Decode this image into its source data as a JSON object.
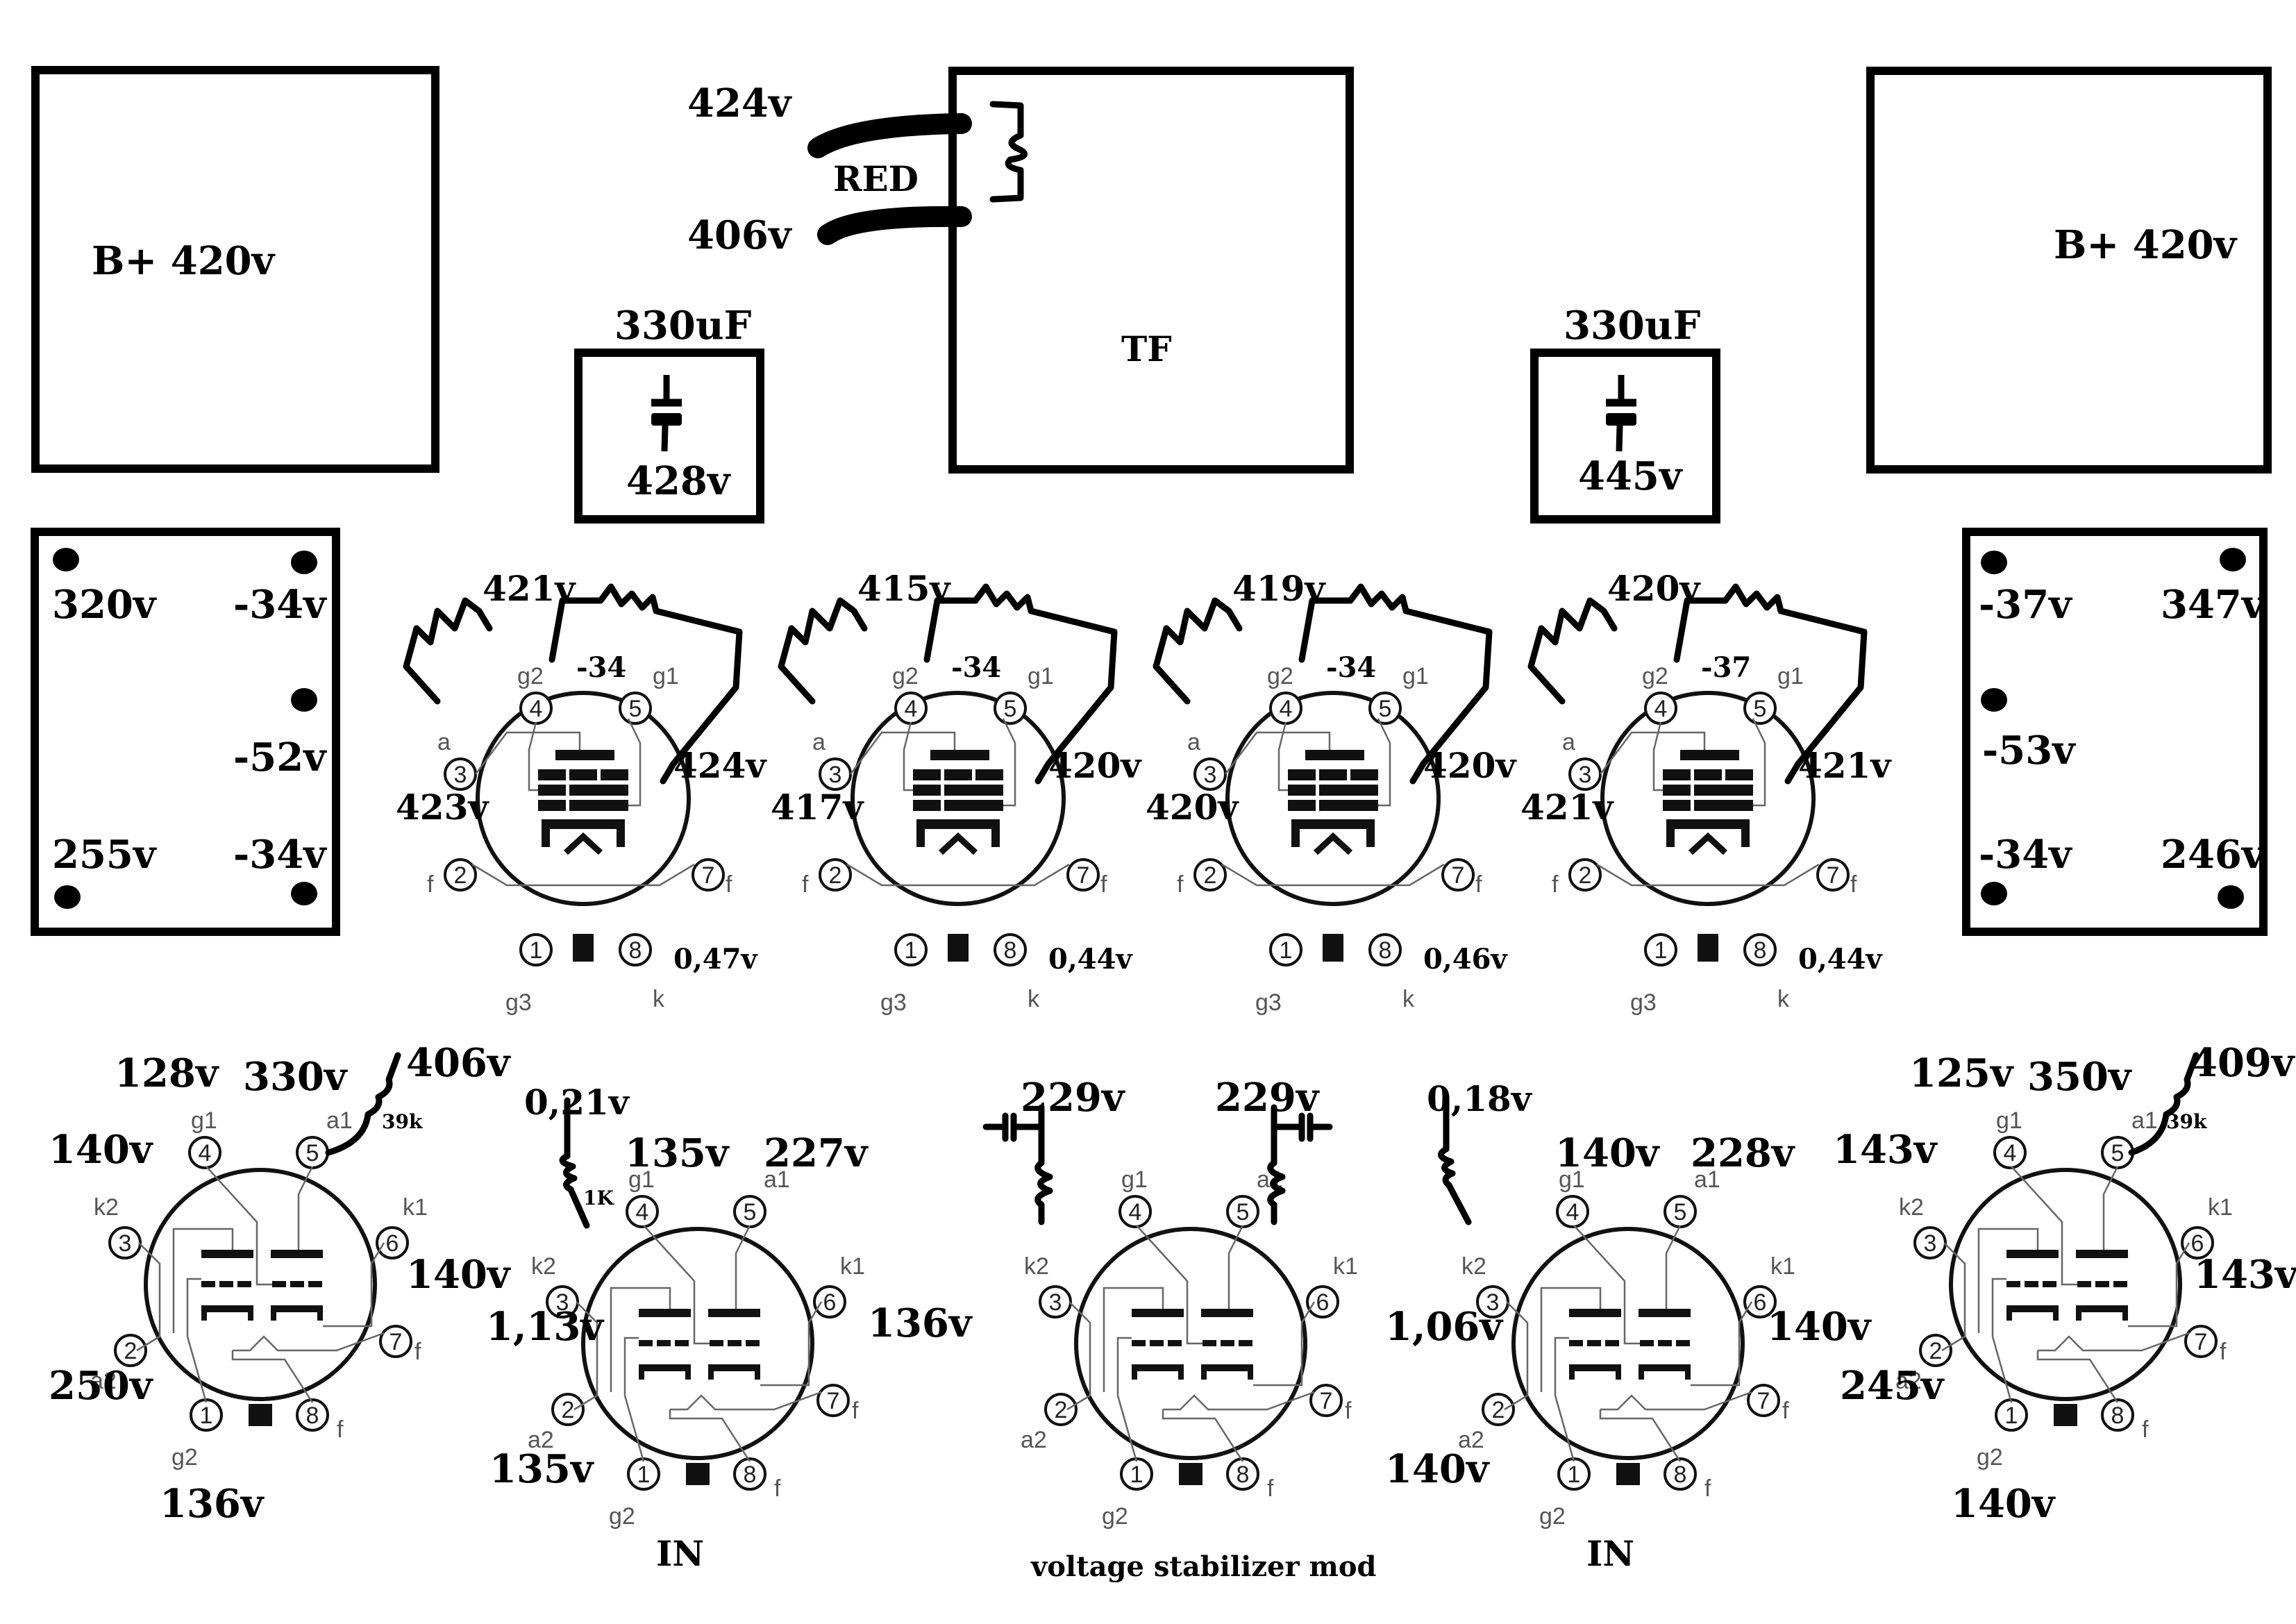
{
  "power_supply": {
    "b_plus_left": "B+ 420v",
    "b_plus_right": "B+ 420v",
    "transformer_label": "TF",
    "choke": {
      "label": "RED",
      "top_voltage": "424v",
      "bottom_voltage": "406v"
    },
    "cap_left": {
      "value": "330uF",
      "voltage": "428v"
    },
    "cap_right": {
      "value": "330uF",
      "voltage": "445v"
    }
  },
  "socket_boxes": {
    "left": {
      "top_left": "320v",
      "top_right": "-34v",
      "middle_right": "-52v",
      "bottom_left": "255v",
      "bottom_right": "-34v"
    },
    "right": {
      "top_left": "-37v",
      "top_right": "347v",
      "middle_left": "-53v",
      "bottom_left": "-34v",
      "bottom_right": "246v"
    }
  },
  "power_tube_pins": {
    "pins": [
      "1",
      "2",
      "3",
      "4",
      "5",
      "6",
      "7",
      "8"
    ],
    "labels": {
      "p1": "g3",
      "p2": "f",
      "p3": "a",
      "p4": "g2",
      "p5": "g1",
      "p7": "f",
      "p8": "k"
    }
  },
  "power_tubes": [
    {
      "g2_voltage": "421v",
      "g1_voltage": "-34",
      "b_plus_voltage": "424v",
      "anode_voltage": "423v",
      "cathode_voltage": "0,47v"
    },
    {
      "g2_voltage": "415v",
      "g1_voltage": "-34",
      "b_plus_voltage": "420v",
      "anode_voltage": "417v",
      "cathode_voltage": "0,44v"
    },
    {
      "g2_voltage": "419v",
      "g1_voltage": "-34",
      "b_plus_voltage": "420v",
      "anode_voltage": "420v",
      "cathode_voltage": "0,46v"
    },
    {
      "g2_voltage": "420v",
      "g1_voltage": "-37",
      "b_plus_voltage": "421v",
      "anode_voltage": "421v",
      "cathode_voltage": "0,44v"
    }
  ],
  "preamp_tube_pins": {
    "pins": [
      "1",
      "2",
      "3",
      "4",
      "5",
      "6",
      "7",
      "8"
    ],
    "labels": {
      "p1": "g2",
      "p2": "a2",
      "p3": "k2",
      "p4": "g1",
      "p5": "a1",
      "p6": "k1",
      "p7": "f",
      "p8": "f"
    }
  },
  "preamp_tubes": [
    {
      "name": "driver-left",
      "g1": "128v",
      "a1": "330v",
      "supply": "406v",
      "resistor": "39k",
      "k2": "140v",
      "k1": "140v",
      "a2": "250v",
      "g2": "136v"
    },
    {
      "name": "input-left",
      "cathode_res_voltage": "0,21v",
      "resistor": "1K",
      "g1": "135v",
      "a1": "227v",
      "k2": "1,13v",
      "k1": "136v",
      "a2": "135v",
      "caption": "IN"
    },
    {
      "name": "stabilizer",
      "left_voltage": "229v",
      "right_voltage": "229v",
      "caption": "voltage stabilizer mod"
    },
    {
      "name": "input-right",
      "cathode_res_voltage": "0,18v",
      "g1": "140v",
      "a1": "228v",
      "k2": "1,06v",
      "k1": "140v",
      "a2": "140v",
      "caption": "IN"
    },
    {
      "name": "driver-right",
      "g1": "125v",
      "a1": "350v",
      "supply": "409v",
      "resistor": "39k",
      "k2": "143v",
      "k1": "143v",
      "a2": "245v",
      "g2": "140v"
    }
  ]
}
